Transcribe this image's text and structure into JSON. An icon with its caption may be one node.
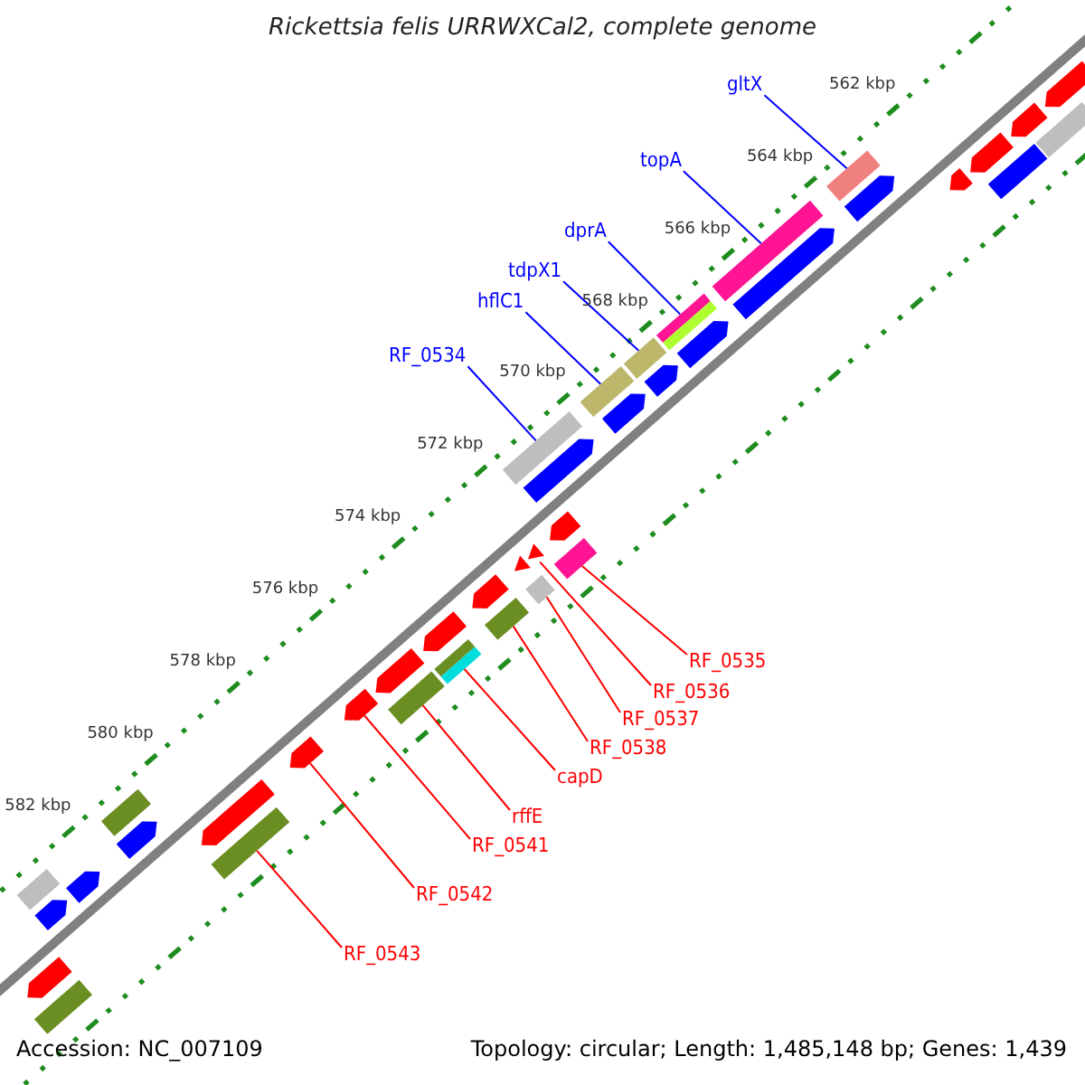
{
  "diagram": {
    "title": "Rickettsia felis URRWXCal2, complete genome",
    "nodes": [
      {
        "text": [
          "gltX"
        ]
      },
      {
        "text": [
          "topA"
        ]
      },
      {
        "text": [
          "dprA"
        ]
      },
      {
        "text": [
          "tdpX1"
        ]
      },
      {
        "text": [
          "hflC1"
        ]
      },
      {
        "text": [
          "RF_0534"
        ]
      },
      {
        "text": [
          "RF_0535"
        ]
      },
      {
        "text": [
          "RF_0536"
        ]
      },
      {
        "text": [
          "RF_0537"
        ]
      },
      {
        "text": [
          "RF_0538"
        ]
      },
      {
        "text": [
          "capD"
        ]
      },
      {
        "text": [
          "rffE"
        ]
      },
      {
        "text": [
          "RF_0541"
        ]
      },
      {
        "text": [
          "RF_0542"
        ]
      },
      {
        "text": [
          "RF_0543"
        ]
      },
      {
        "text": [],
        "shape": "bar"
      },
      {
        "text": [],
        "shape": "bar"
      },
      {
        "text": [],
        "shape": "bar"
      },
      {
        "text": [],
        "shape": "bar"
      },
      {
        "text": [],
        "shape": "bar"
      },
      {
        "text": [],
        "shape": "bar"
      },
      {
        "text": [],
        "shape": "bar"
      },
      {
        "text": [],
        "shape": "triangle"
      },
      {
        "text": [],
        "shape": "bar"
      },
      {
        "text": [],
        "shape": "bar"
      },
      {
        "text": [],
        "shape": "bar"
      },
      {
        "text": [],
        "shape": "bar"
      },
      {
        "text": [],
        "shape": "arrow"
      },
      {
        "text": [],
        "shape": "arrow"
      },
      {
        "text": [],
        "shape": "bar"
      },
      {
        "text": [],
        "shape": "arrow"
      },
      {
        "text": [],
        "shape": "arrow"
      },
      {
        "text": [],
        "shape": "arrow"
      },
      {
        "text": [],
        "shape": "arrow"
      },
      {
        "text": [],
        "shape": "arrow"
      },
      {
        "text": [],
        "shape": "arrow"
      },
      {
        "text": [],
        "shape": "arrow"
      },
      {
        "text": [],
        "shape": "arrow"
      },
      {
        "text": [],
        "shape": "arrow"
      },
      {
        "text": [],
        "shape": "bar"
      },
      {
        "text": [],
        "shape": "bar"
      },
      {
        "text": [],
        "shape": "arrow"
      },
      {
        "text": [],
        "shape": "triangle"
      },
      {
        "text": [],
        "shape": "arrow"
      },
      {
        "text": [],
        "shape": "arrow"
      },
      {
        "text": [],
        "shape": "arrow"
      },
      {
        "text": [],
        "shape": "arrow"
      },
      {
        "text": [],
        "shape": "arrow"
      },
      {
        "text": [],
        "shape": "arrow"
      },
      {
        "text": [],
        "shape": "arrow"
      },
      {
        "text": [],
        "shape": "arrow"
      },
      {
        "text": [],
        "shape": "arrow"
      },
      {
        "text": [],
        "shape": "bar"
      },
      {
        "text": [],
        "shape": "bar"
      },
      {
        "text": [],
        "shape": "bar"
      }
    ],
    "edges": [
      {
        "from": 0,
        "to": 15,
        "arrow": "none",
        "color": "#0000ff"
      },
      {
        "from": 1,
        "to": 16,
        "arrow": "none",
        "color": "#0000ff"
      },
      {
        "from": 2,
        "to": 17,
        "arrow": "none",
        "color": "#0000ff"
      },
      {
        "from": 3,
        "to": 18,
        "arrow": "none",
        "color": "#0000ff"
      },
      {
        "from": 4,
        "to": 19,
        "arrow": "none",
        "color": "#0000ff"
      },
      {
        "from": 5,
        "to": 20,
        "arrow": "none",
        "color": "#0000ff"
      },
      {
        "from": 6,
        "to": 21,
        "arrow": "none"
      },
      {
        "from": 7,
        "to": 22,
        "arrow": "none"
      },
      {
        "from": 8,
        "to": 23,
        "arrow": "none"
      },
      {
        "from": 9,
        "to": 24,
        "arrow": "none"
      },
      {
        "from": 10,
        "to": 25,
        "arrow": "none"
      },
      {
        "from": 11,
        "to": 26,
        "arrow": "none"
      },
      {
        "from": 12,
        "to": 27,
        "arrow": "none"
      },
      {
        "from": 13,
        "to": 28,
        "arrow": "none"
      },
      {
        "from": 14,
        "to": 29,
        "arrow": "none"
      }
    ],
    "labels": [
      "562 kbp",
      "564 kbp",
      "566 kbp",
      "568 kbp",
      "570 kbp",
      "572 kbp",
      "574 kbp",
      "576 kbp",
      "578 kbp",
      "580 kbp",
      "582 kbp",
      "Accession: NC_007109",
      "Topology: circular; Length: 1,485,148 bp; Genes: 1,439"
    ]
  }
}
